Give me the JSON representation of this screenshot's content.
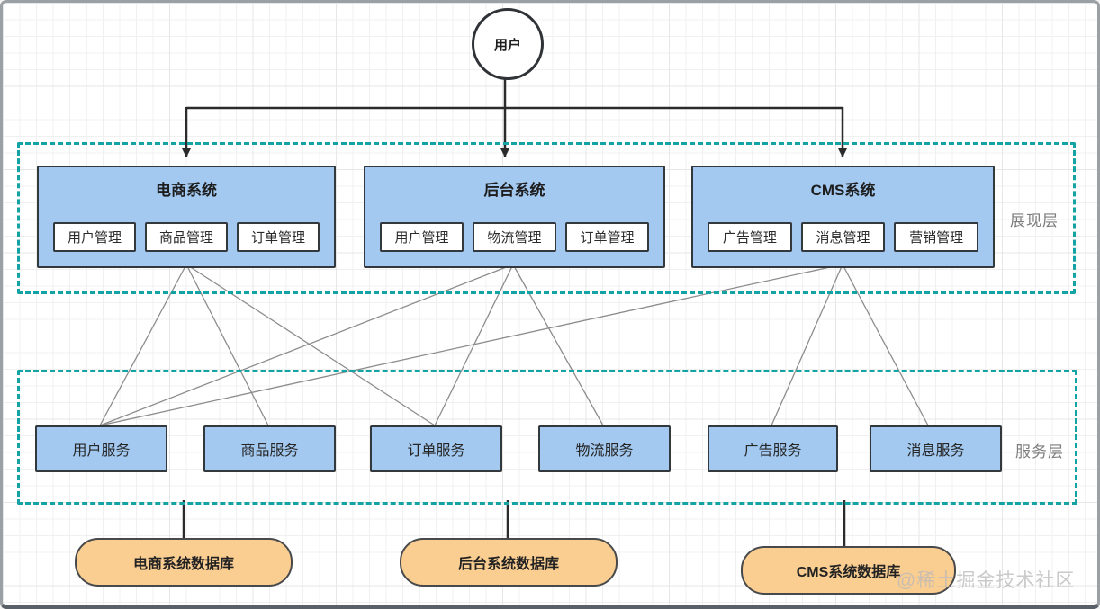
{
  "diagram": {
    "user_node": {
      "label": "用户"
    },
    "presentation_layer": {
      "label": "展现层",
      "systems": [
        {
          "id": "ecommerce",
          "title": "电商系统",
          "modules": [
            "用户管理",
            "商品管理",
            "订单管理"
          ]
        },
        {
          "id": "backend",
          "title": "后台系统",
          "modules": [
            "用户管理",
            "物流管理",
            "订单管理"
          ]
        },
        {
          "id": "cms",
          "title": "CMS系统",
          "modules": [
            "广告管理",
            "消息管理",
            "营销管理"
          ]
        }
      ]
    },
    "service_layer": {
      "label": "服务层",
      "services": [
        {
          "id": "user-svc",
          "label": "用户服务"
        },
        {
          "id": "product-svc",
          "label": "商品服务"
        },
        {
          "id": "order-svc",
          "label": "订单服务"
        },
        {
          "id": "logistics-svc",
          "label": "物流服务"
        },
        {
          "id": "ad-svc",
          "label": "广告服务"
        },
        {
          "id": "message-svc",
          "label": "消息服务"
        }
      ]
    },
    "databases": [
      {
        "id": "ecommerce-db",
        "label": "电商系统数据库"
      },
      {
        "id": "backend-db",
        "label": "后台系统数据库"
      },
      {
        "id": "cms-db",
        "label": "CMS系统数据库"
      }
    ],
    "edges": [
      {
        "from": "ecommerce",
        "to": "user-svc"
      },
      {
        "from": "ecommerce",
        "to": "product-svc"
      },
      {
        "from": "ecommerce",
        "to": "order-svc"
      },
      {
        "from": "backend",
        "to": "user-svc"
      },
      {
        "from": "backend",
        "to": "order-svc"
      },
      {
        "from": "backend",
        "to": "logistics-svc"
      },
      {
        "from": "cms",
        "to": "user-svc"
      },
      {
        "from": "cms",
        "to": "ad-svc"
      },
      {
        "from": "cms",
        "to": "message-svc"
      }
    ],
    "watermark": "@稀土掘金技术社区",
    "colors": {
      "node_fill": "#a3c9f1",
      "node_border": "#33383d",
      "layer_dash": "#14a3a5",
      "db_fill": "#facd91",
      "edge_line": "#8c8c8c",
      "arrow": "#2b2b2b"
    }
  }
}
